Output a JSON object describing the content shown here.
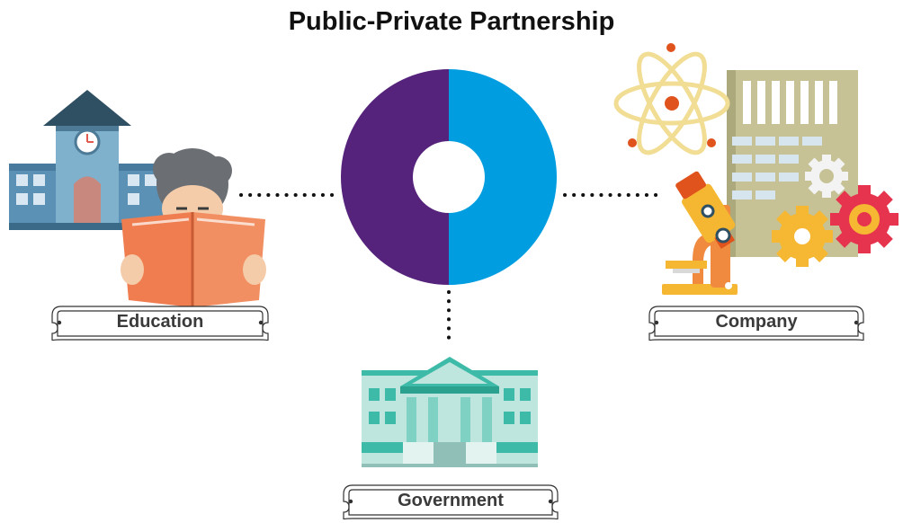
{
  "title": "Public-Private Partnership",
  "nodes": {
    "education": {
      "label": "Education",
      "icon": "school-reader-icon"
    },
    "company": {
      "label": "Company",
      "icon": "science-industry-icon"
    },
    "government": {
      "label": "Government",
      "icon": "government-building-icon"
    }
  },
  "hub": {
    "icon": "donut-hub-icon",
    "left_color": "#55237b",
    "right_color": "#009ee0"
  },
  "colors": {
    "connector": "#111111",
    "label_text": "#3a3a3a",
    "school_roof": "#2f4f63",
    "school_wall": "#5b91b4",
    "book": "#ef7d4f",
    "gov_building": "#3dbba8",
    "gear_red": "#e6344e",
    "gear_yellow": "#f6b732",
    "microscope": "#f08a3e"
  }
}
